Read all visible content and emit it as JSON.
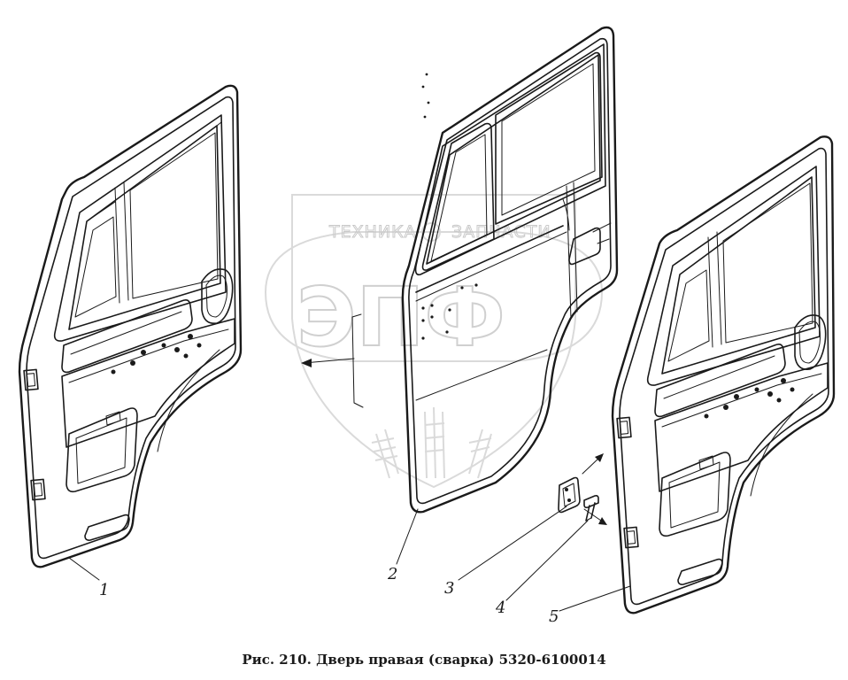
{
  "caption": "Рис. 210. Дверь правая (сварка) 5320-6100014",
  "watermark": {
    "left_word": "ТЕХНИКА",
    "right_word": "ЗАПЧАСТИ",
    "logo": "ЭПФ"
  },
  "callouts": [
    "1",
    "2",
    "3",
    "4",
    "5"
  ]
}
